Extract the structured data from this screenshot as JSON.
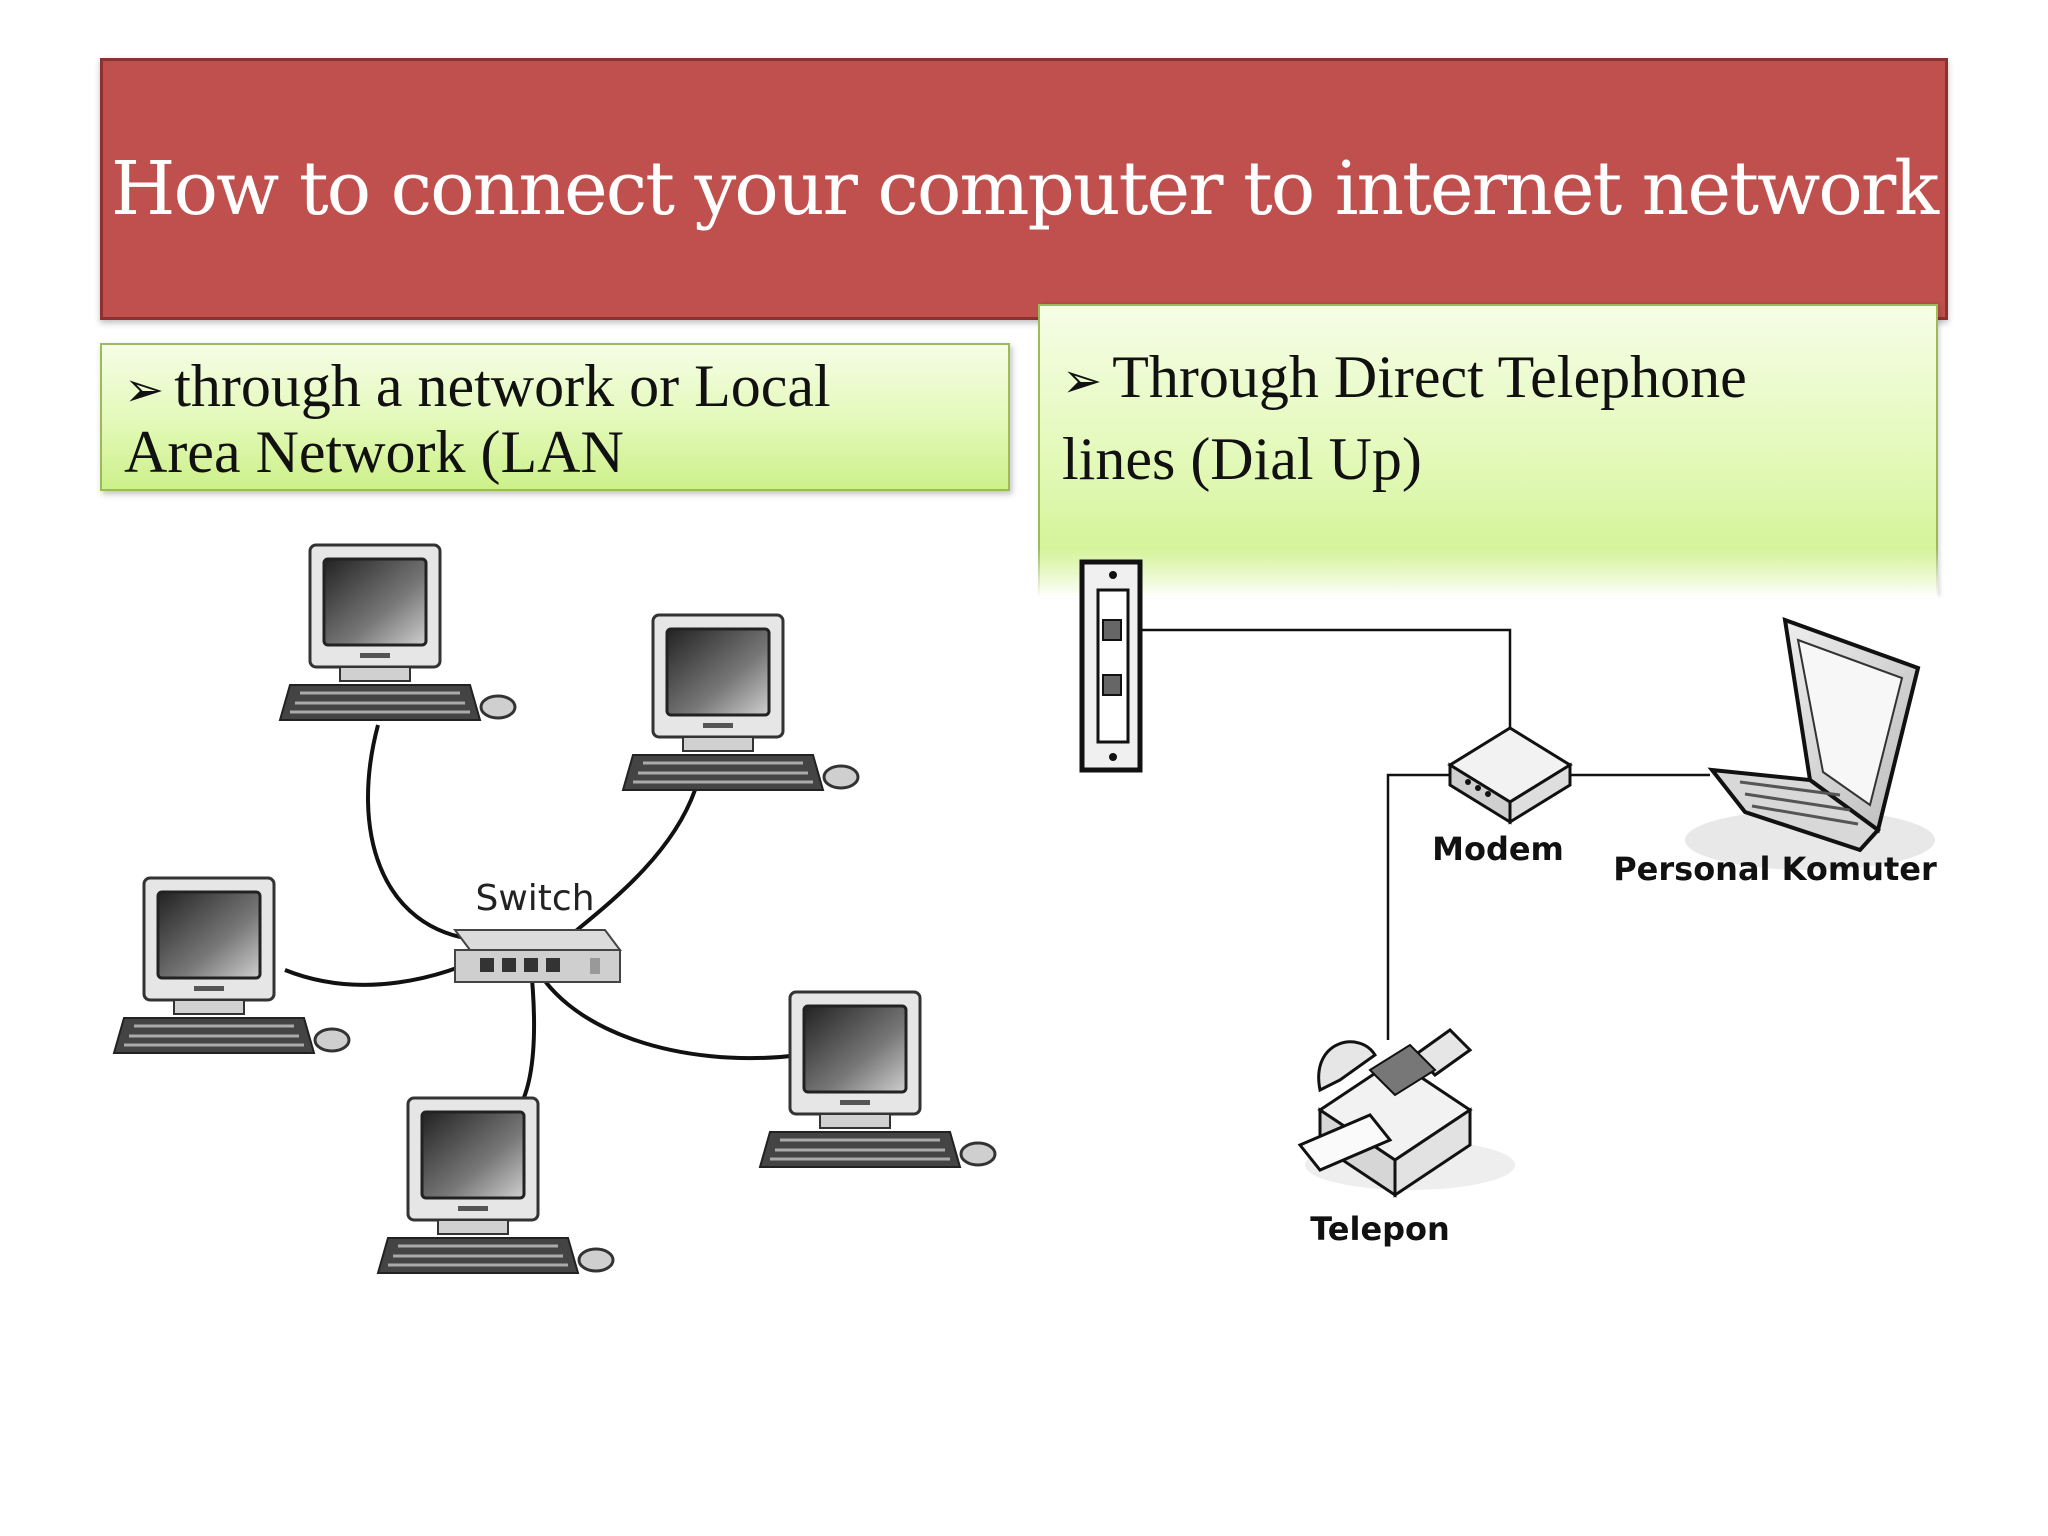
{
  "slide": {
    "title": "How to connect your computer to internet network"
  },
  "bullets": {
    "lan_line1": "through a network or Local",
    "lan_line2": "Area Network (LAN",
    "dialup_line1": "Through Direct Telephone",
    "dialup_line2": "lines (Dial Up)"
  },
  "lan_diagram": {
    "switch_label": "Switch"
  },
  "dialup_diagram": {
    "modem_label": "Modem",
    "pc_label": "Personal Komuter",
    "phone_label": "Telepon"
  },
  "colors": {
    "title_bg": "#c0504d",
    "box_fill": "#e2f9b7",
    "box_border": "#9bbb59"
  }
}
